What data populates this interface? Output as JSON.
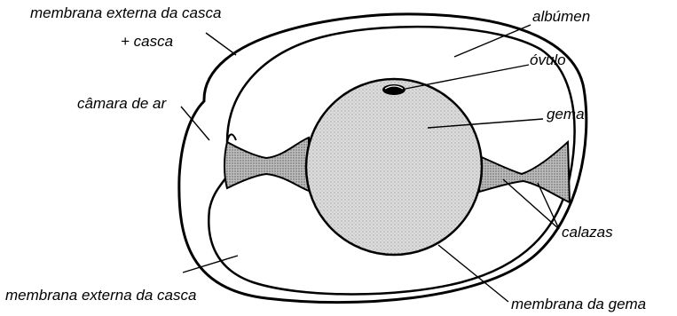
{
  "labels": {
    "shell_top_line1": "membrana externa da casca",
    "shell_top_line2": "+ casca",
    "air_cell": "câmara de ar",
    "outer_membrane_bottom": "membrana externa da casca",
    "albumen": "albúmen",
    "ovule": "óvulo",
    "yolk": "gema",
    "chalazae": "calazas",
    "yolk_membrane": "membrana da gema"
  },
  "colors": {
    "line": "#000000",
    "yolk_fill": "#d8d8d8",
    "chalaza_fill": "#c4c4c4"
  }
}
